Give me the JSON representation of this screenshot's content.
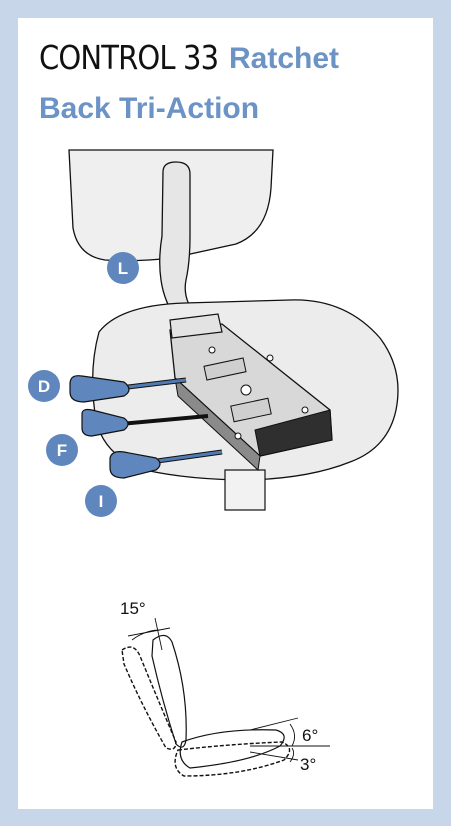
{
  "header": {
    "title": "CONTROL 33",
    "title_accent": "Ratchet",
    "subtitle": "Back Tri-Action"
  },
  "labels": {
    "L": "L",
    "D": "D",
    "F": "F",
    "I": "I"
  },
  "angles": {
    "back_recline": "15°",
    "seat_up": "6°",
    "seat_down": "3°"
  },
  "colors": {
    "frame": "#c8d6ea",
    "accent": "#6b93c6",
    "badge": "#5f86bd",
    "handle": "#4f7ab2"
  }
}
